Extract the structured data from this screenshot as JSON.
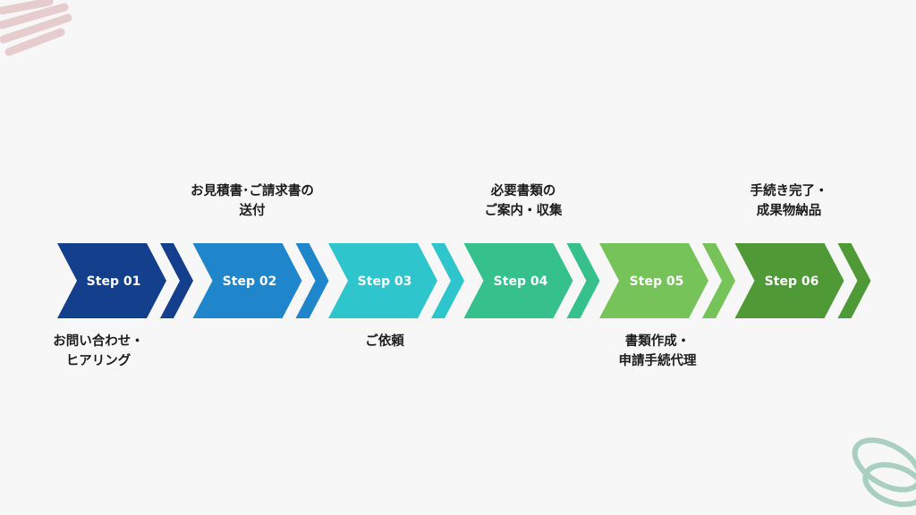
{
  "steps": [
    {
      "label": "Step 01",
      "color": "#143f8c",
      "accent": "#1b4fa0"
    },
    {
      "label": "Step 02",
      "color": "#1f86cc",
      "accent": "#2a8fd4"
    },
    {
      "label": "Step 03",
      "color": "#2ec6cc",
      "accent": "#3acdd3"
    },
    {
      "label": "Step 04",
      "color": "#35c08c",
      "accent": "#3ec794"
    },
    {
      "label": "Step 05",
      "color": "#76c35a",
      "accent": "#80ca62"
    },
    {
      "label": "Step 06",
      "color": "#4f9a36",
      "accent": "#55a13b"
    }
  ],
  "labels_top": {
    "step02": "お見積書･ご請求書の\n送付",
    "step04": "必要書類の\nご案内・収集",
    "step06": "手続き完了・\n成果物納品"
  },
  "labels_bottom": {
    "step01": "お問い合わせ・\nヒアリング",
    "step03": "ご依頼",
    "step05": "書類作成・\n申請手続代理"
  },
  "decor": {
    "top_left_color": "#e6cccc",
    "bottom_right_color": "#a8cfc0"
  }
}
